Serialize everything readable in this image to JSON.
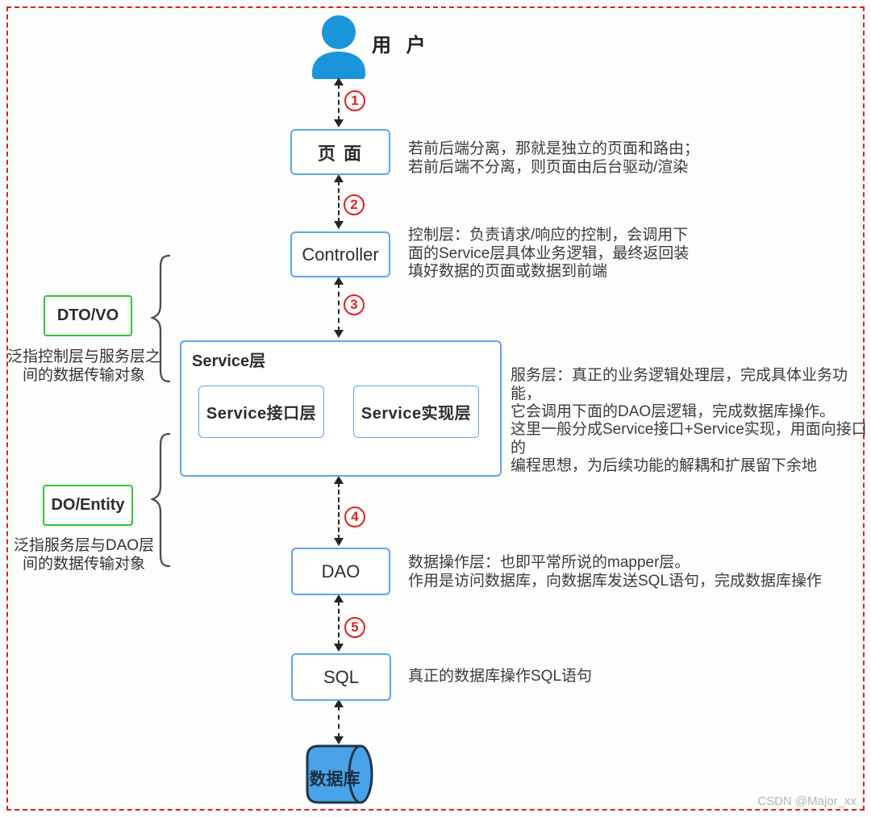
{
  "nodes": {
    "user": {
      "label": "用 户"
    },
    "page": {
      "label": "页 面"
    },
    "controller": {
      "label": "Controller"
    },
    "service": {
      "label": "Service层",
      "interface": "Service接口层",
      "impl": "Service实现层"
    },
    "dao": {
      "label": "DAO"
    },
    "sql": {
      "label": "SQL"
    },
    "database": {
      "label": "数据库"
    }
  },
  "steps": [
    "1",
    "2",
    "3",
    "4",
    "5"
  ],
  "notes": {
    "page": [
      "若前后端分离，那就是独立的页面和路由；",
      "若前后端不分离，则页面由后台驱动/渲染"
    ],
    "controller": [
      "控制层：负责请求/响应的控制，会调用下",
      "面的Service层具体业务逻辑，最终返回装",
      "填好数据的页面或数据到前端"
    ],
    "service_p1": [
      "服务层：真正的业务逻辑处理层，完成具体业务功能，",
      "它会调用下面的DAO层逻辑，完成数据库操作。"
    ],
    "service_p2": [
      "这里一般分成Service接口+Service实现，用面向接口的",
      "编程思想，为后续功能的解耦和扩展留下余地"
    ],
    "dao": [
      "数据操作层：也即平常所说的mapper层。",
      "作用是访问数据库，向数据库发送SQL语句，完成数据库操作"
    ],
    "sql": [
      "真正的数据库操作SQL语句"
    ]
  },
  "side_labels": {
    "dto": {
      "label": "DTO/VO",
      "desc": [
        "泛指控制层与服务层之",
        "间的数据传输对象"
      ]
    },
    "do": {
      "label": "DO/Entity",
      "desc": [
        "泛指服务层与DAO层",
        "间的数据传输对象"
      ]
    }
  },
  "watermark": "CSDN @Major_xx",
  "colors": {
    "box_border_blue": "#5fa5f0",
    "green_border": "#33c233",
    "step_red": "#e02020",
    "user_blue": "#1b95d9",
    "db_fill": "#4aa3e8",
    "db_stroke": "#22344c"
  }
}
